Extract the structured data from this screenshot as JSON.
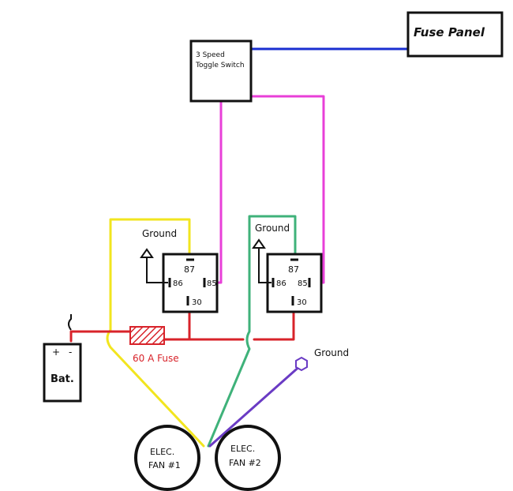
{
  "fuse_panel": {
    "label": "Fuse Panel"
  },
  "toggle_switch": {
    "line1": "3 Speed",
    "line2": "Toggle Switch"
  },
  "relay_left": {
    "pin87": "87",
    "pin86": "86",
    "pin85": "85",
    "pin30": "30",
    "ground_label": "Ground"
  },
  "relay_right": {
    "pin87": "87",
    "pin86": "86",
    "pin85": "85",
    "pin30": "30",
    "ground_label": "Ground"
  },
  "battery": {
    "plus": "+",
    "minus": "-",
    "label": "Bat."
  },
  "fuse": {
    "label": "60 A Fuse"
  },
  "fan1": {
    "line1": "ELEC.",
    "line2": "FAN #1"
  },
  "fan2": {
    "line1": "ELEC.",
    "line2": "FAN #2"
  },
  "fan_ground": {
    "label": "Ground"
  },
  "colors": {
    "blue": "#1a2fd1",
    "magenta": "#e83fd8",
    "yellow": "#f2e51f",
    "green": "#3fb27a",
    "red": "#d8232a",
    "purple": "#6a3bc4",
    "fuse_red": "#e0303a"
  }
}
